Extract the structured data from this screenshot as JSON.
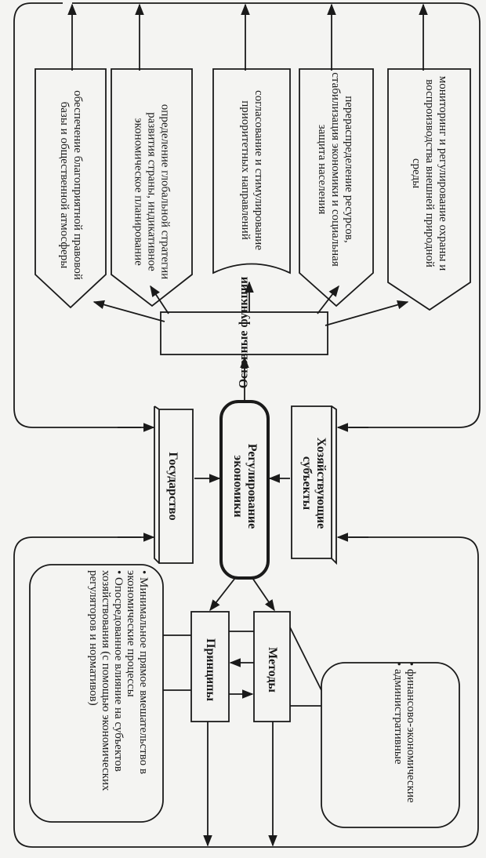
{
  "functions_title": "Основные функции",
  "functions": [
    "обеспечение благоприятной правовой базы и общественной атмосферы",
    "определение глобальной стратегии развития страны, индикативное экономическое планирование",
    "согласование и стимулирование приоритетных направлений",
    "перераспределение ресурсов, стабилизация экономики и социальная защита населения",
    "мониторинг и регулирование охраны и воспроизводства внешней природной среды"
  ],
  "center": {
    "state": "Государство",
    "regulation": "Регулирование экономики",
    "entities": "Хозяйствующие субъекты"
  },
  "principles": {
    "label": "Принципы",
    "items": [
      "Минимальное прямое вмешательство в экономические процессы",
      "Опосредованное влияние на субъектов хозяйствования (с помощью экономических регуляторов и нормативов)"
    ]
  },
  "methods": {
    "label": "Методы",
    "items": [
      "финансово-экономические",
      "административные"
    ]
  }
}
